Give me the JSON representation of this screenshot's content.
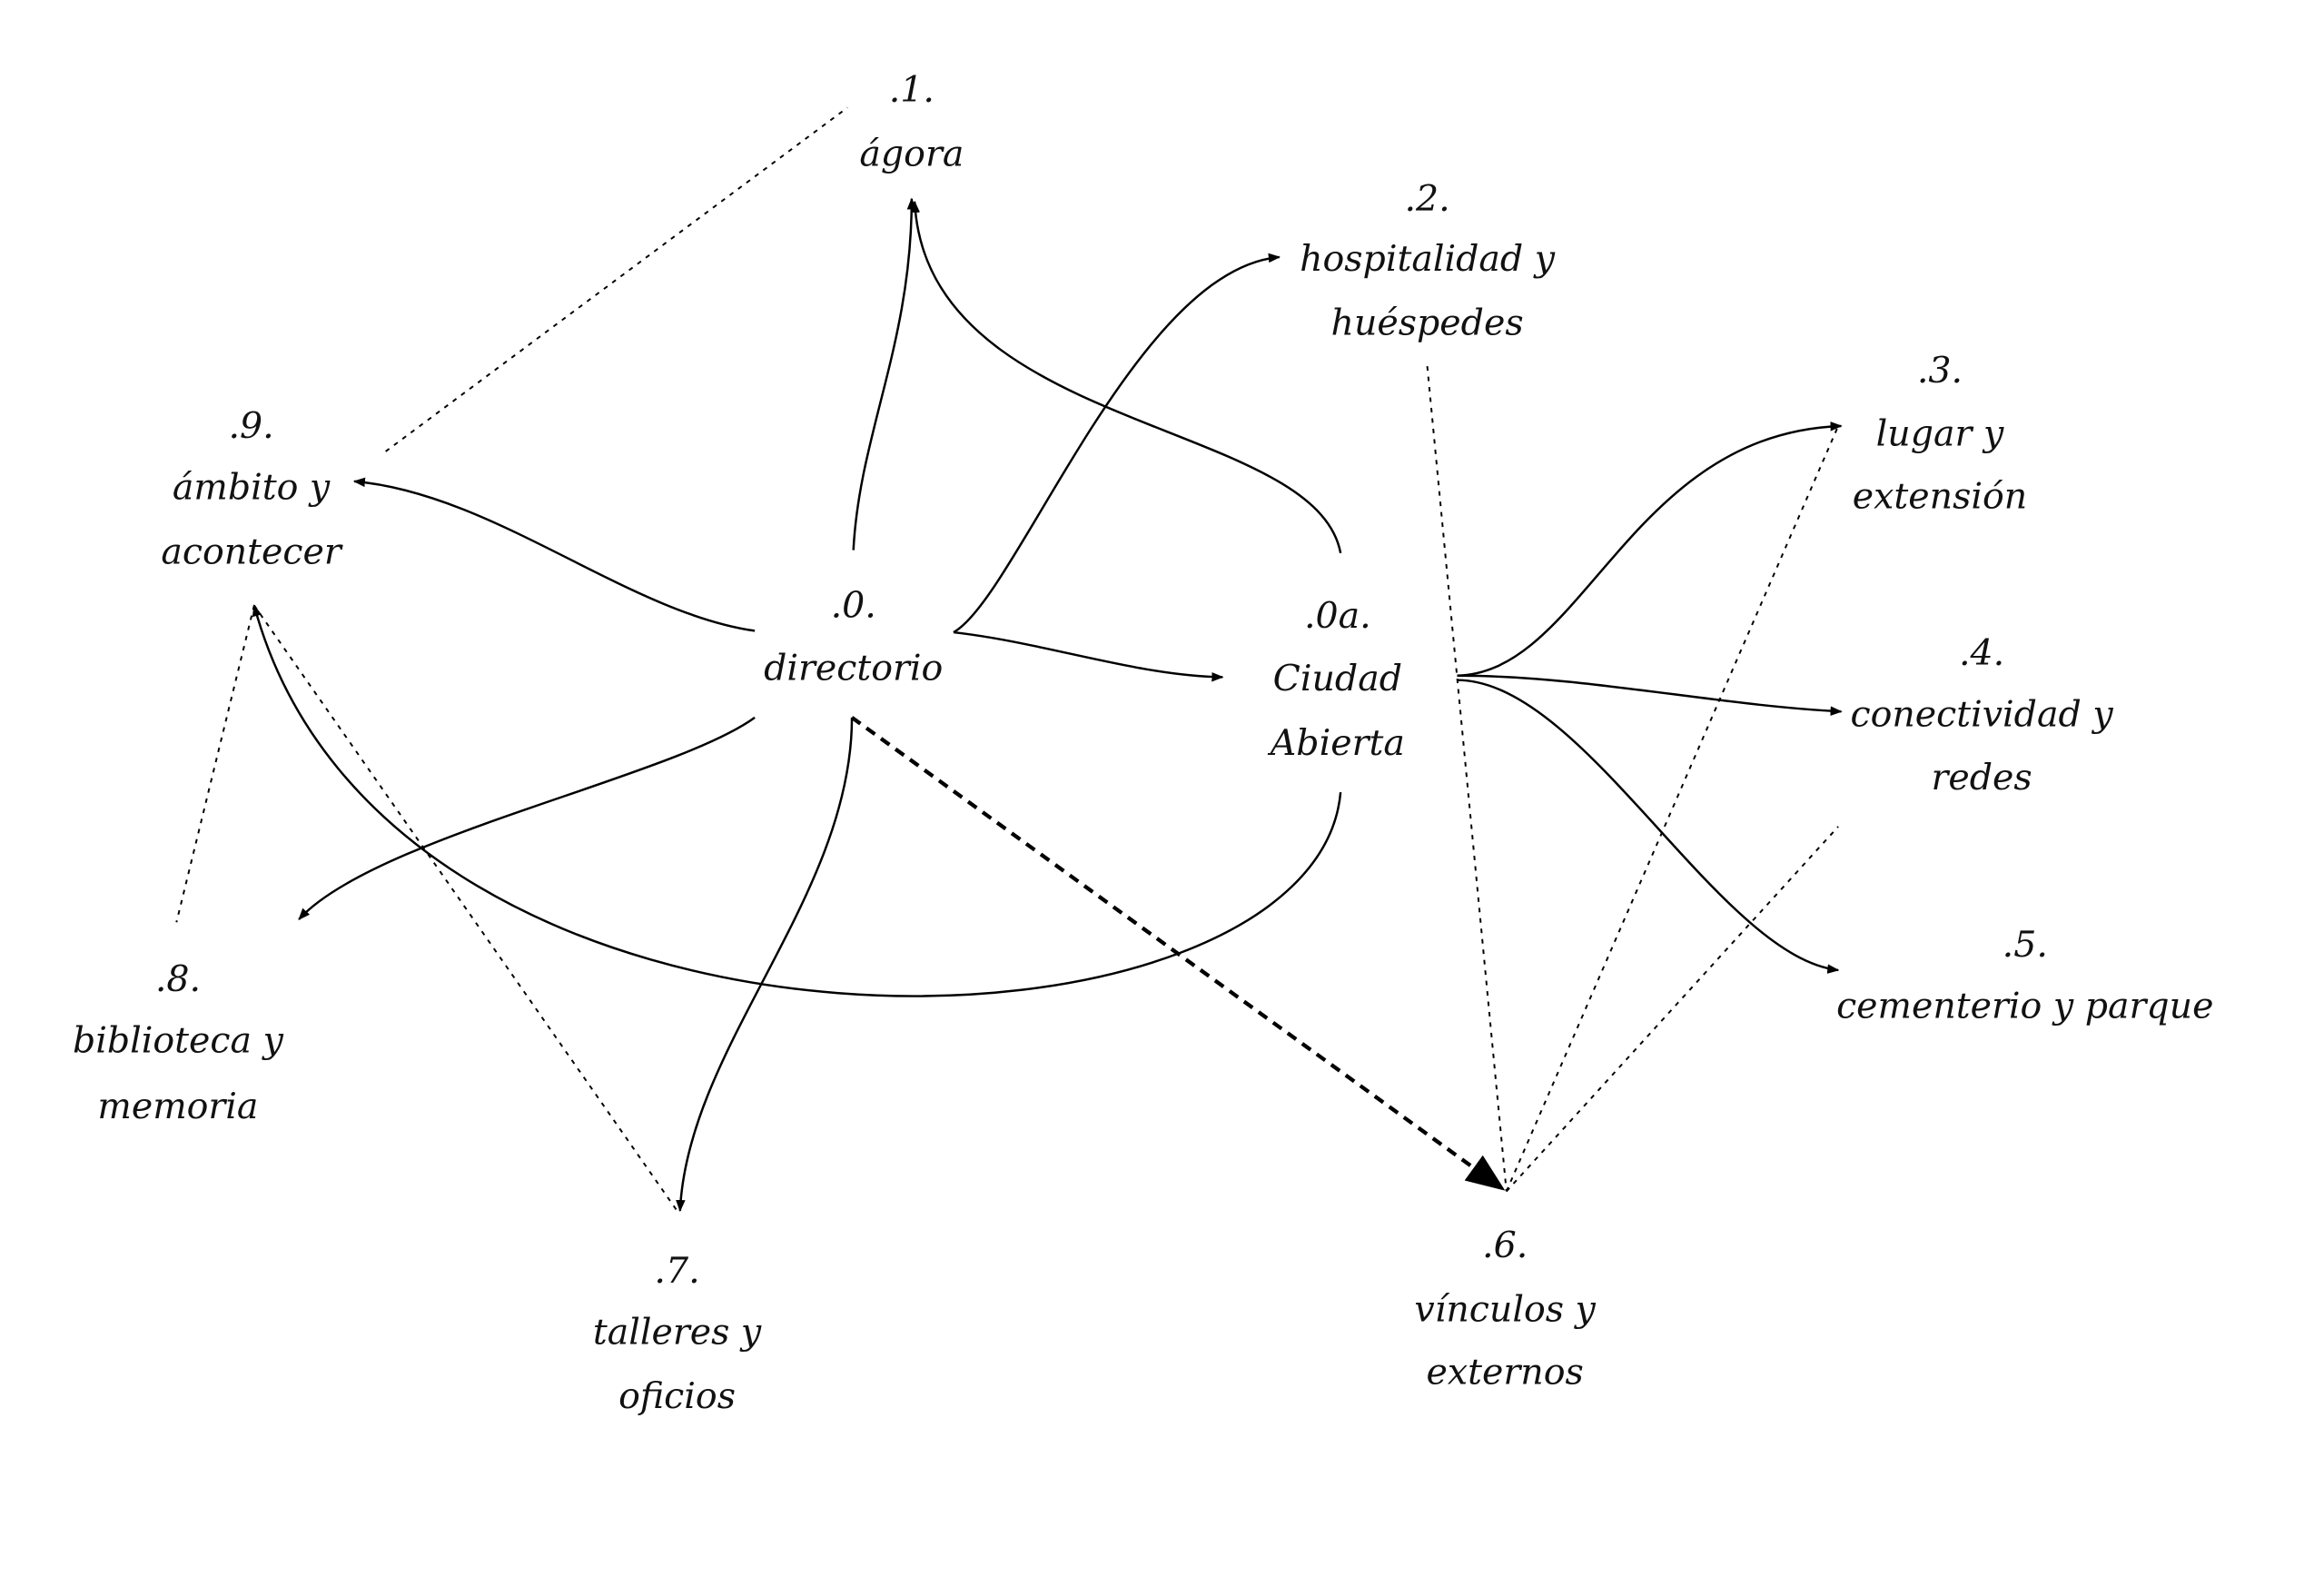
{
  "nodes": {
    "n1": {
      "num": ".1.",
      "lines": [
        "ágora"
      ]
    },
    "n2": {
      "num": ".2.",
      "lines": [
        "hospitalidad y",
        "huéspedes"
      ]
    },
    "n3": {
      "num": ".3.",
      "lines": [
        "lugar y",
        "extensión"
      ]
    },
    "n4": {
      "num": ".4.",
      "lines": [
        "conectividad y",
        "redes"
      ]
    },
    "n5": {
      "num": ".5.",
      "lines": [
        "cementerio y parque"
      ]
    },
    "n6": {
      "num": ".6.",
      "lines": [
        "vínculos y",
        "externos"
      ]
    },
    "n7": {
      "num": ".7.",
      "lines": [
        "talleres y",
        "oficios"
      ]
    },
    "n8": {
      "num": ".8.",
      "lines": [
        "biblioteca y",
        "memoria"
      ]
    },
    "n9": {
      "num": ".9.",
      "lines": [
        "ámbito y",
        "acontecer"
      ]
    },
    "n0": {
      "num": ".0.",
      "lines": [
        "directorio"
      ]
    },
    "n0a": {
      "num": ".0a.",
      "lines": [
        "Ciudad",
        "Abierta"
      ]
    }
  }
}
